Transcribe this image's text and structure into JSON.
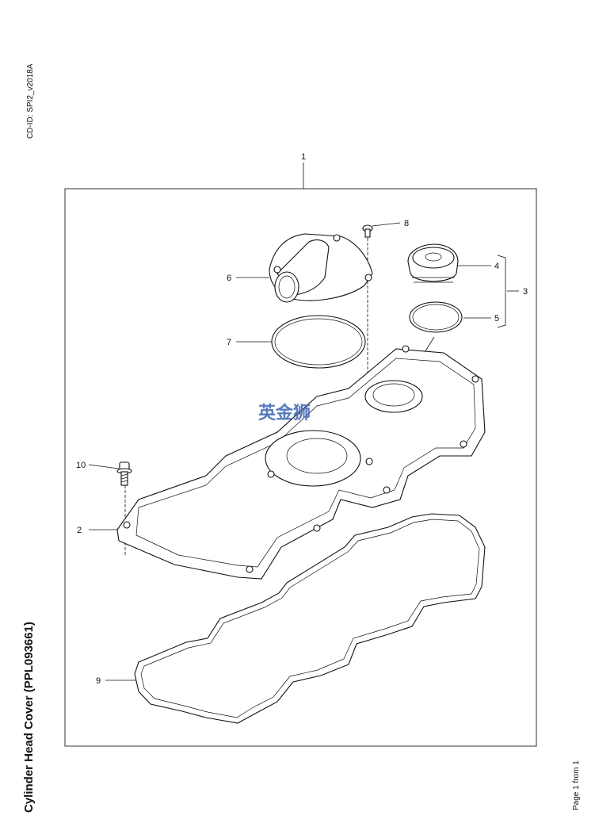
{
  "document": {
    "cd_id": "CD-ID: SPI2_v2018A",
    "title": "Cylinder Head Cover (PPL093661)",
    "page_info": "Page 1 from 1",
    "watermark": "英金狮"
  },
  "callouts": [
    {
      "id": "callout-1",
      "label": "1"
    },
    {
      "id": "callout-2",
      "label": "2"
    },
    {
      "id": "callout-3",
      "label": "3"
    },
    {
      "id": "callout-4",
      "label": "4"
    },
    {
      "id": "callout-5",
      "label": "5"
    },
    {
      "id": "callout-6",
      "label": "6"
    },
    {
      "id": "callout-7",
      "label": "7"
    },
    {
      "id": "callout-8",
      "label": "8"
    },
    {
      "id": "callout-9",
      "label": "9"
    },
    {
      "id": "callout-10",
      "label": "10"
    }
  ]
}
